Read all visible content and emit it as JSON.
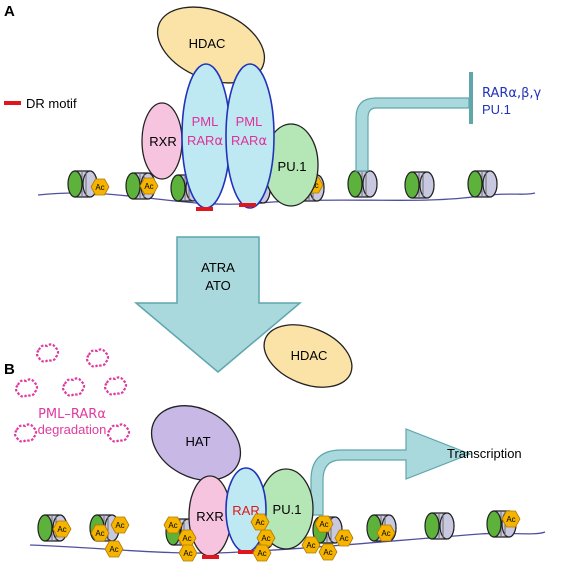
{
  "panel_a": {
    "letter": "A",
    "legend_label": "DR motif",
    "proteins": {
      "hdac": "HDAC",
      "rxr": "RXR",
      "pml_rar_1": {
        "line1": "PML",
        "line2": "RAR",
        "greek": "α"
      },
      "pml_rar_2": {
        "line1": "PML",
        "line2": "RAR",
        "greek": "α"
      },
      "pu1": "PU.1"
    },
    "acetyl_label": "Ac",
    "target_genes": {
      "line1": "RARα,β,γ",
      "line2": "PU.1"
    }
  },
  "treatment": {
    "line1": "ATRA",
    "line2": "ATO"
  },
  "panel_b": {
    "letter": "B",
    "degradation": {
      "line1": "PML–RARα",
      "line2": "degradation"
    },
    "released_hdac": "HDAC",
    "proteins": {
      "hat": "HAT",
      "rxr": "RXR",
      "rar": "RAR",
      "pu1": "PU.1"
    },
    "acetyl_label": "Ac",
    "outcome": "Transcription"
  },
  "colors": {
    "dna": "#5050a0",
    "dr_motif": "#e0161c",
    "hdac_fill": "#fbe3a8",
    "pml_rar_fill": "#bfe9f2",
    "pml_rar_stroke": "#2233bb",
    "pml_rar_text": "#e0309a",
    "rxr_fill": "#f7c4e0",
    "pu1_fill": "#b5e6b5",
    "hat_fill": "#c8b8e6",
    "nucleosome": "#c8c8e0",
    "nucleosome_green": "#5cb23a",
    "acetyl": "#f4b400",
    "arrow_fill": "#a9d9dd",
    "arrow_stroke": "#5fa6ad",
    "target_text": "#2233bb",
    "degradation": "#e03aa0"
  }
}
